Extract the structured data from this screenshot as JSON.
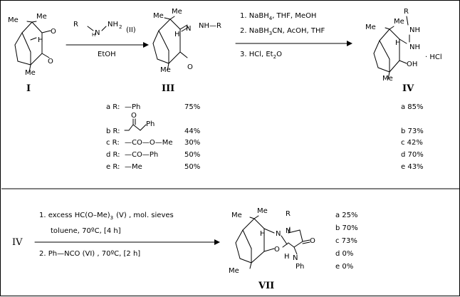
{
  "compound_labels": {
    "I": "I",
    "III": "III",
    "IV": "IV",
    "VII": "VII",
    "IV_start": "IV"
  },
  "reagents": {
    "step1_reagent": "R–NH–NH",
    "step1_sub2": "2",
    "step1_roman": "(II)",
    "step1_solvent": "EtOH",
    "step2_line1": "1. NaBH",
    "step2_line1_sub": "4",
    "step2_line1_rest": ", THF, MeOH",
    "step2_line2": "2. NaBH",
    "step2_line2_sub": "3",
    "step2_line2_rest": "CN, AcOH, THF",
    "step2_line3": "3. HCl, Et",
    "step2_line3_sub": "2",
    "step2_line3_rest": "O",
    "step3_line1": "1. excess HC(O–Me)",
    "step3_line1_sub": "3",
    "step3_line1_rest": "(V) , mol. sieves",
    "step3_line2": "toluene, 70ºC, [4 h]",
    "step3_line3": "2. Ph—NCO  (VI) , 70ºC, [2 h]"
  },
  "atoms": {
    "me": "Me",
    "h": "H",
    "o": "O",
    "r": "R",
    "nh": "NH",
    "n": "N",
    "nhr": "NH—R",
    "oh": "OH",
    "hcl": "· HCl",
    "ph": "Ph",
    "r_plain": "R"
  },
  "r_groups": [
    {
      "letter": "a R:",
      "group": "—Ph",
      "yield_III": "75%",
      "yield_IV": "a 85%"
    },
    {
      "letter": "b R:",
      "group": "—CO—CH2—Ph",
      "yield_III": "44%",
      "yield_IV": "b 73%"
    },
    {
      "letter": "c R:",
      "group": "—CO—O—Me",
      "yield_III": "30%",
      "yield_IV": "c 42%"
    },
    {
      "letter": "d R:",
      "group": "—CO—Ph",
      "yield_III": "50%",
      "yield_IV": "d 70%"
    },
    {
      "letter": "e R:",
      "group": "—Me",
      "yield_III": "50%",
      "yield_IV": "e 43%"
    }
  ],
  "b_group_parts": {
    "o": "O",
    "ph": "Ph"
  },
  "vii_yields": [
    "a 25%",
    "b 70%",
    "c 73%",
    "d  0%",
    "e  0%"
  ]
}
